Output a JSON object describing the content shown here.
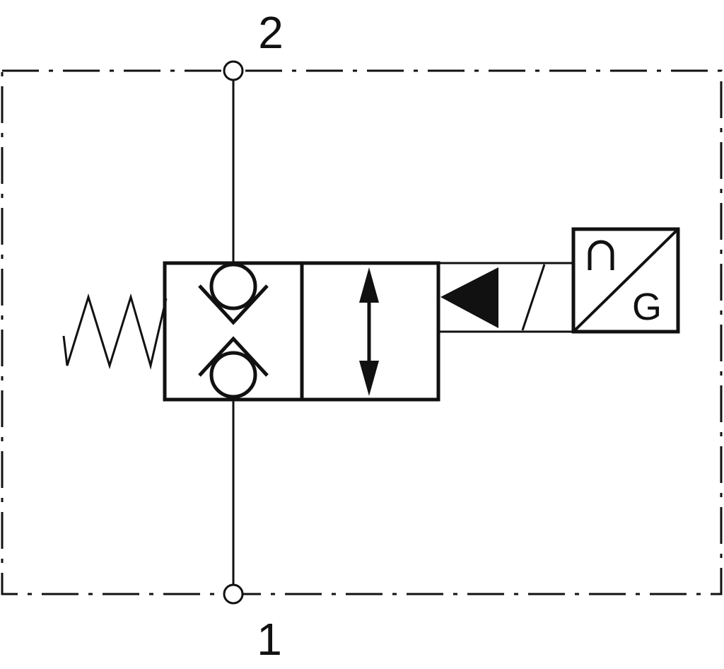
{
  "ports": {
    "top_label": "2",
    "bottom_label": "1"
  },
  "actuator": {
    "converter_symbol_top": "∩",
    "converter_symbol_bottom": "G"
  },
  "colors": {
    "line": "#111111",
    "background": "#ffffff"
  }
}
